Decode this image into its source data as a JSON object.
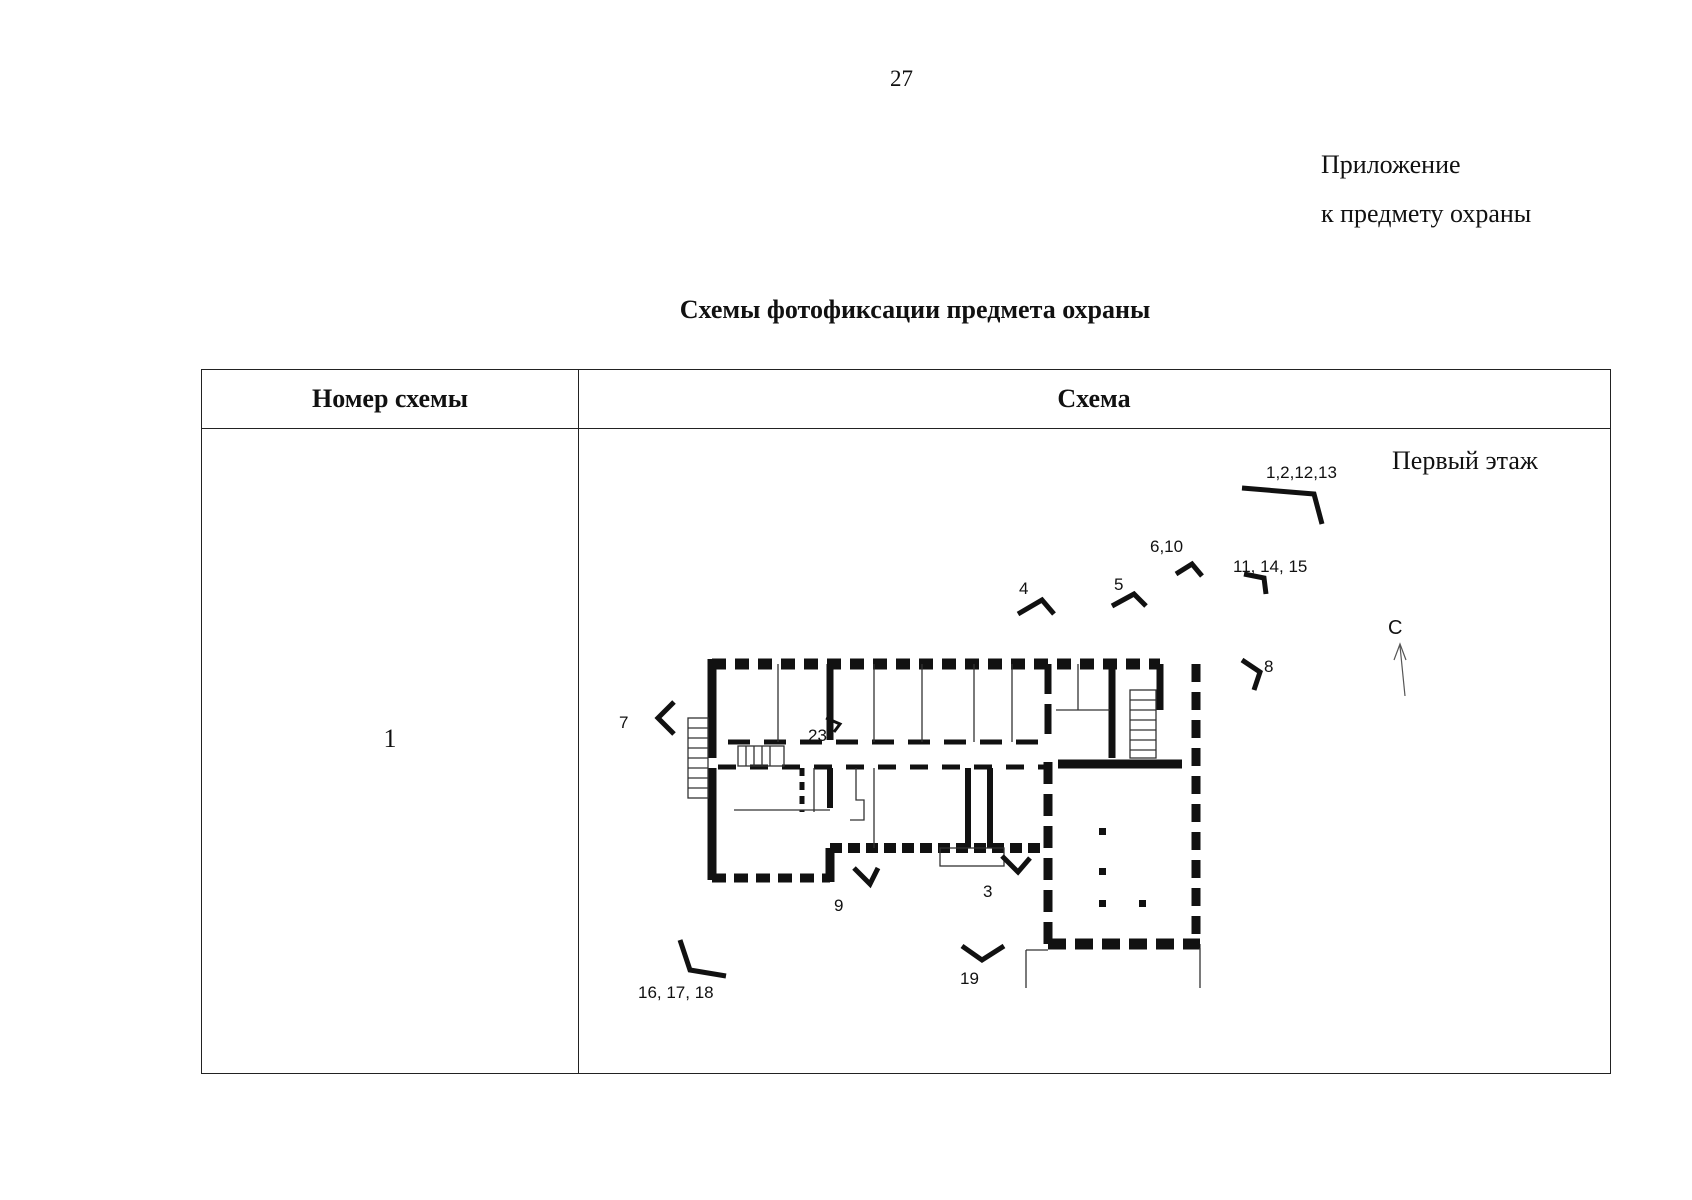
{
  "page_number": "27",
  "appendix": {
    "line1": "Приложение",
    "line2": "к предмету охраны"
  },
  "title": "Схемы фотофиксации предмета охраны",
  "table": {
    "headers": [
      "Номер схемы",
      "Схема"
    ],
    "rows": [
      {
        "number": "1",
        "floor_label": "Первый этаж"
      }
    ]
  },
  "plan": {
    "north_label": "С",
    "viewpoints": [
      {
        "id": "vp-1-2-12-13",
        "label": "1,2,12,13"
      },
      {
        "id": "vp-6-10",
        "label": "6,10"
      },
      {
        "id": "vp-11-14-15",
        "label": "11, 14, 15"
      },
      {
        "id": "vp-4",
        "label": "4"
      },
      {
        "id": "vp-5",
        "label": "5"
      },
      {
        "id": "vp-8",
        "label": "8"
      },
      {
        "id": "vp-7",
        "label": "7"
      },
      {
        "id": "vp-23",
        "label": "23"
      },
      {
        "id": "vp-9",
        "label": "9"
      },
      {
        "id": "vp-3",
        "label": "3"
      },
      {
        "id": "vp-19",
        "label": "19"
      },
      {
        "id": "vp-16-17-18",
        "label": "16, 17, 18"
      }
    ]
  }
}
